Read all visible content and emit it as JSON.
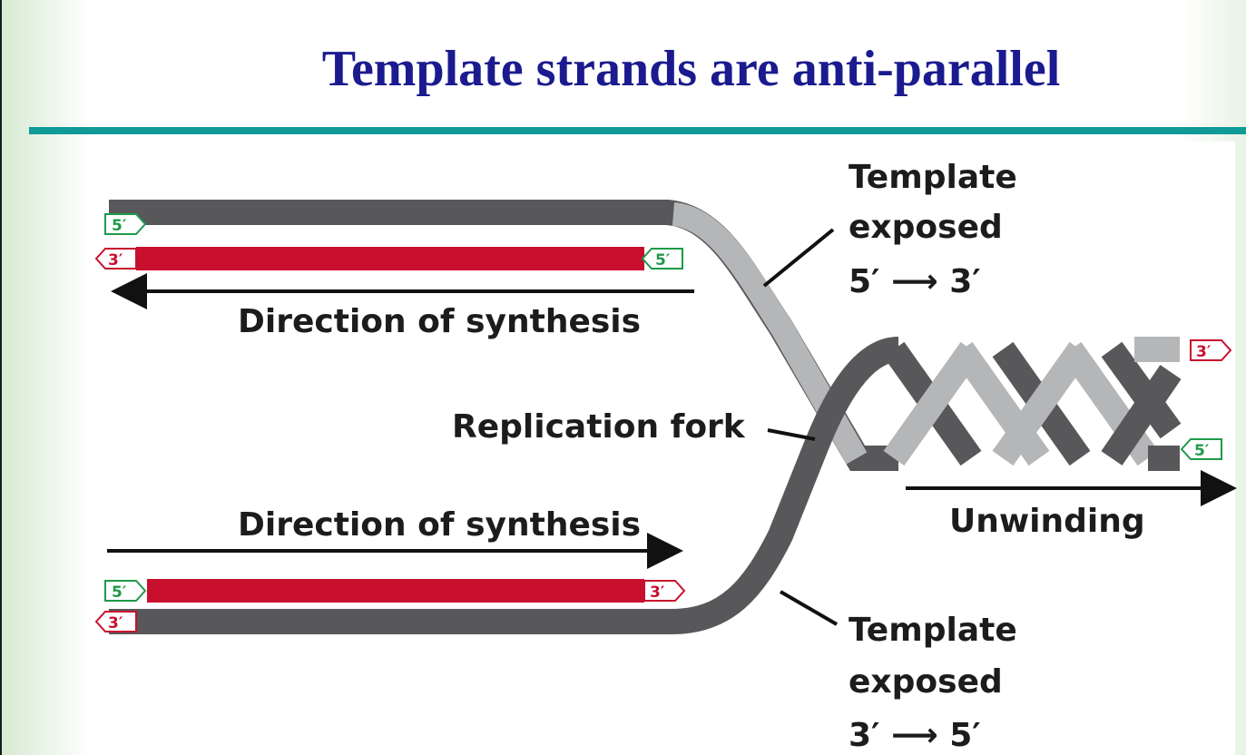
{
  "slide": {
    "title": "Template strands are anti-parallel"
  },
  "diagram": {
    "top_template_label_line1": "Template",
    "top_template_label_line2": "exposed",
    "top_template_label_line3": "5′ ⟶ 3′",
    "bottom_template_label_line1": "Template",
    "bottom_template_label_line2": "exposed",
    "bottom_template_label_line3": "3′ ⟶ 5′",
    "top_direction_label": "Direction of synthesis",
    "bottom_direction_label": "Direction of synthesis",
    "fork_label": "Replication fork",
    "unwinding_label": "Unwinding",
    "end_5": "5′",
    "end_3": "3′"
  },
  "colors": {
    "title": "#1b1b8f",
    "rule": "#0f9a98",
    "template_dark": "#58585a",
    "template_light": "#b5b6b8",
    "new_strand": "#c8102e",
    "tag_5_prime": "#1e9a48",
    "tag_3_prime": "#c8102e"
  }
}
